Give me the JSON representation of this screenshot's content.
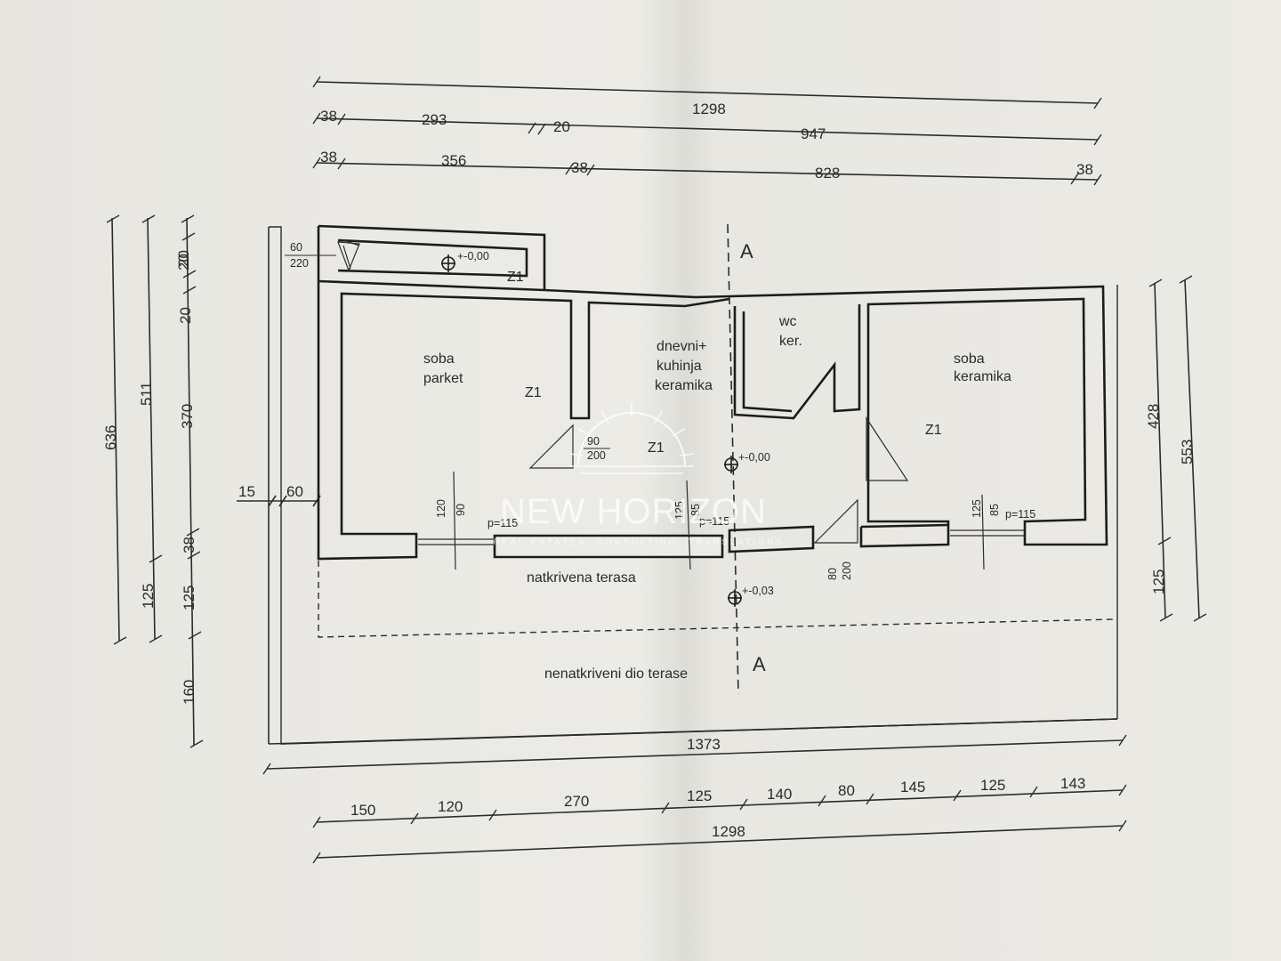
{
  "dimensions": {
    "top_total": "1298",
    "top_row1": [
      "38",
      "293",
      "20",
      "947"
    ],
    "top_row2": [
      "38",
      "356",
      "38",
      "828",
      "38"
    ],
    "left_outer": "636",
    "left_mid": [
      "511",
      "125"
    ],
    "left_inner": [
      "20",
      "20",
      "20",
      "370",
      "38",
      "125",
      "160"
    ],
    "left_wall": [
      "15",
      "60"
    ],
    "right": [
      "428",
      "125",
      "553"
    ],
    "bottom_total_1": "1373",
    "bottom_segments": [
      "150",
      "120",
      "270",
      "125",
      "140",
      "80",
      "145",
      "125",
      "143"
    ],
    "bottom_total_2": "1298"
  },
  "rooms": {
    "bedroom_left": {
      "line1": "soba",
      "line2": "parket",
      "zone": "Z1"
    },
    "living": {
      "line1": "dnevni+",
      "line2": "kuhinja",
      "line3": "keramika",
      "zone": "Z1"
    },
    "wc": {
      "line1": "wc",
      "line2": "ker."
    },
    "bedroom_right": {
      "line1": "soba",
      "line2": "keramika",
      "zone": "Z1"
    },
    "storage": {
      "zone": "Z1",
      "dim_w": "60",
      "dim_h": "220"
    }
  },
  "levels": [
    "+-0,00",
    "+-0,00",
    "+-0,03"
  ],
  "openings": {
    "door_living": [
      "90",
      "200"
    ],
    "window_left": [
      "120",
      "90"
    ],
    "window_left_p": "p=115",
    "window_mid": [
      "125",
      "85"
    ],
    "window_mid_p": "p=115",
    "window_right": [
      "125",
      "85"
    ],
    "window_right_p": "p=115",
    "door_terrace": [
      "80",
      "200"
    ]
  },
  "terrace": {
    "covered": "natkrivena terasa",
    "uncovered": "nenatkriveni dio terase"
  },
  "section_marks": [
    "A",
    "A"
  ],
  "watermark": {
    "name": "NEW HORIZON",
    "tagline": "REAL ESTATES, CONSULTING, TRANSLATIONS"
  }
}
